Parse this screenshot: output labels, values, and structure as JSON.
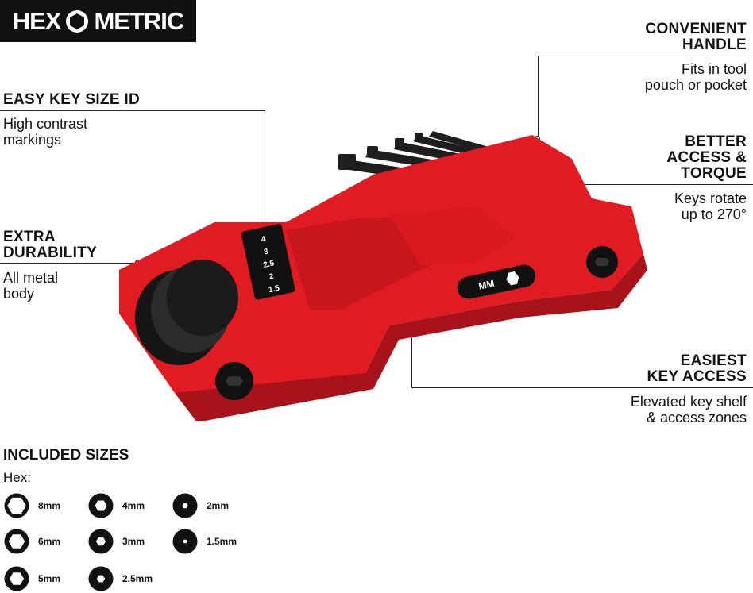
{
  "brand": {
    "left": "HEX",
    "right": "METRIC"
  },
  "callouts": {
    "size_id": {
      "title": "EASY KEY SIZE ID",
      "desc": "High contrast\nmarkings"
    },
    "durability": {
      "title": "EXTRA\nDURABILITY",
      "desc": "All metal\nbody"
    },
    "handle": {
      "title": "CONVENIENT\nHANDLE",
      "desc": "Fits in tool\npouch or pocket"
    },
    "access": {
      "title": "BETTER\nACCESS &\nTORQUE",
      "desc": "Keys rotate\nup to 270°"
    },
    "easiest": {
      "title": "EASIEST\nKEY ACCESS",
      "desc": "Elevated key shelf\n& access zones"
    }
  },
  "product": {
    "size_markings": [
      "4",
      "3",
      "2.5",
      "2",
      "1.5"
    ],
    "badge": "MM",
    "colors": {
      "body": "#e01b22",
      "body_dark": "#a8121a",
      "metal": "#1e1e1e"
    }
  },
  "sizes": {
    "title": "INCLUDED SIZES",
    "label": "Hex:",
    "items": [
      {
        "size": "8mm",
        "icon": "hex-8mm-icon"
      },
      {
        "size": "6mm",
        "icon": "hex-6mm-icon"
      },
      {
        "size": "5mm",
        "icon": "hex-5mm-icon"
      },
      {
        "size": "4mm",
        "icon": "hex-4mm-icon"
      },
      {
        "size": "3mm",
        "icon": "hex-3mm-icon"
      },
      {
        "size": "2.5mm",
        "icon": "hex-2-5mm-icon"
      },
      {
        "size": "2mm",
        "icon": "hex-2mm-icon"
      },
      {
        "size": "1.5mm",
        "icon": "hex-1-5mm-icon"
      }
    ]
  }
}
